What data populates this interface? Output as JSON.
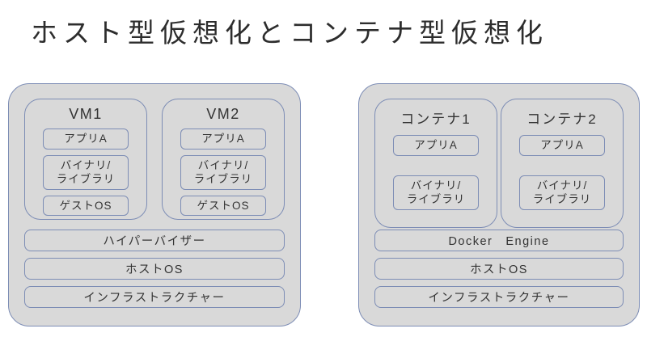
{
  "title": "ホスト型仮想化とコンテナ型仮想化",
  "colors": {
    "box_fill": "#d9d9d9",
    "box_border": "#7d8db5",
    "text": "#333333",
    "title_text": "#2d2d2d",
    "background": "#ffffff"
  },
  "host_diagram": {
    "vms": [
      {
        "name": "VM1",
        "app": "アプリA",
        "lib": "バイナリ/\nライブラリ",
        "os": "ゲストOS"
      },
      {
        "name": "VM2",
        "app": "アプリA",
        "lib": "バイナリ/\nライブラリ",
        "os": "ゲストOS"
      }
    ],
    "layers": [
      "ハイパーバイザー",
      "ホストOS",
      "インフラストラクチャー"
    ]
  },
  "container_diagram": {
    "containers": [
      {
        "name": "コンテナ1",
        "app": "アプリA",
        "lib": "バイナリ/\nライブラリ"
      },
      {
        "name": "コンテナ2",
        "app": "アプリA",
        "lib": "バイナリ/\nライブラリ"
      }
    ],
    "layers": [
      "Docker　Engine",
      "ホストOS",
      "インフラストラクチャー"
    ]
  }
}
